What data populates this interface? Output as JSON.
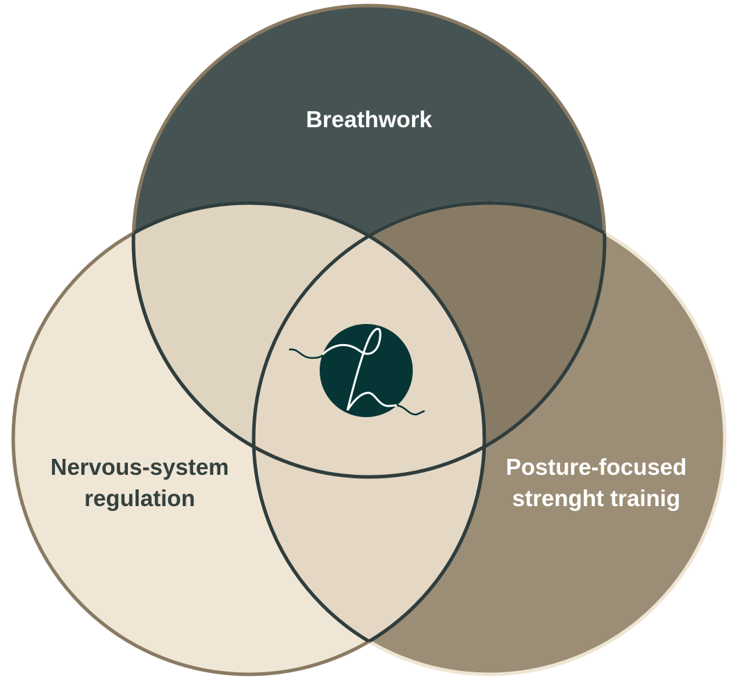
{
  "diagram": {
    "type": "venn",
    "sets": [
      {
        "label": "Breathwork",
        "color": "#455353"
      },
      {
        "label_line1": "Nervous-system",
        "label_line2": "regulation",
        "color": "#f0e6d5"
      },
      {
        "label_line1": "Posture-focused",
        "label_line2": "strenght trainig",
        "color": "#9c8d76"
      }
    ],
    "overlap_colors": {
      "breathwork_nervous": "#ded4c0",
      "breathwork_posture": "#877b65",
      "nervous_posture": "#e4d8c4",
      "all": "#e4d8c4"
    },
    "center_logo": {
      "letter": "h",
      "color": "#063535"
    }
  }
}
